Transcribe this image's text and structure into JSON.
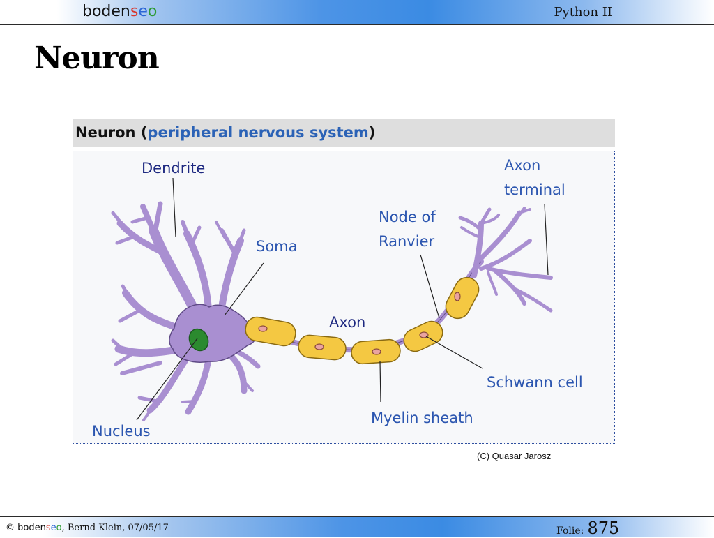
{
  "header": {
    "logo": {
      "part1": "boden",
      "part2": "s",
      "part3": "e",
      "part4": "o"
    },
    "course": "Python II"
  },
  "slide": {
    "title": "Neuron"
  },
  "figure": {
    "heading_plain": "Neuron (",
    "heading_link": "peripheral nervous system",
    "heading_close": ")",
    "labels": {
      "dendrite": "Dendrite",
      "soma": "Soma",
      "axon": "Axon",
      "nucleus": "Nucleus",
      "node_line1": "Node of",
      "node_line2": "Ranvier",
      "terminal_line1": "Axon",
      "terminal_line2": "terminal",
      "schwann": "Schwann cell",
      "myelin": "Myelin sheath"
    },
    "credit": "(C) Quasar Jarosz",
    "colors": {
      "cell": "#a98fd1",
      "myelin": "#f4c842",
      "nucleus": "#2b8a2f",
      "label": "#2c56b0"
    }
  },
  "footer": {
    "copyright": "©",
    "author_date": ", Bernd Klein, 07/05/17",
    "folie_label": "Folie:",
    "folie_number": "875"
  }
}
